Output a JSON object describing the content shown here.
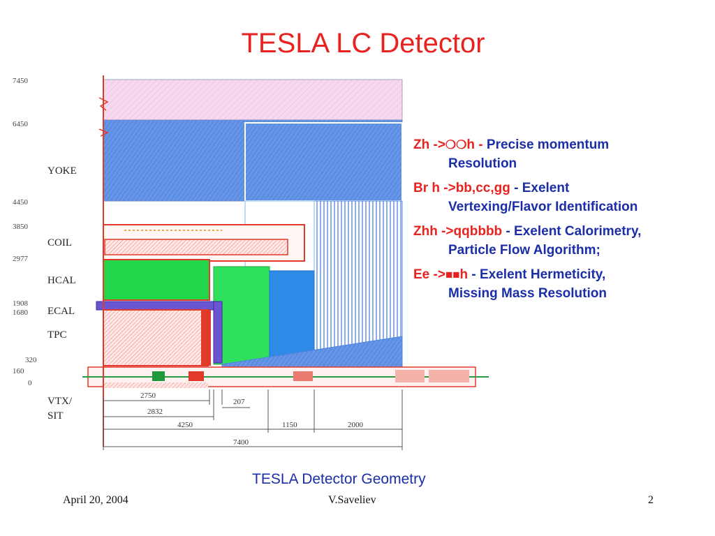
{
  "slide": {
    "title": "TESLA LC Detector",
    "caption": "TESLA Detector Geometry",
    "footer_date": "April 20, 2004",
    "footer_author": "V.Saveliev",
    "footer_page": "2"
  },
  "diagram": {
    "radii_labels": [
      "7450",
      "6450",
      "4450",
      "3850",
      "2977",
      "1908",
      "1680",
      "320",
      "160",
      "0"
    ],
    "subsystem_labels": [
      "YOKE",
      "COIL",
      "HCAL",
      "ECAL",
      "TPC",
      "VTX/",
      "SIT"
    ],
    "dimension_labels": [
      "2750",
      "207",
      "2832",
      "4250",
      "1150",
      "2000",
      "7400"
    ]
  },
  "notes": [
    {
      "reaction_prefix": "Zh ->",
      "symbols": "❍❍",
      "reaction_suffix": "h",
      "sep": " - ",
      "desc_first": "Precise momentum",
      "desc_rest": "Resolution"
    },
    {
      "reaction_prefix": "Br h ->bb,cc,gg",
      "symbols": "",
      "reaction_suffix": "",
      "sep": " - ",
      "desc_first": "Exelent",
      "desc_rest": "Vertexing/Flavor Identification"
    },
    {
      "reaction_prefix": "Zhh ->qqbbbb",
      "symbols": "",
      "reaction_suffix": "",
      "sep": " - ",
      "desc_first": "Exelent Calorimetry,",
      "desc_rest": "Particle Flow Algorithm;"
    },
    {
      "reaction_prefix": "Ee ->",
      "symbols": "■■",
      "reaction_suffix": "h",
      "sep": " - ",
      "desc_first": "Exelent Hermeticity,",
      "desc_rest": "Missing Mass Resolution"
    }
  ],
  "colors": {
    "title_red": "#e8231f",
    "text_blue": "#1b2ea8",
    "yoke_pink": "#f7d9ef",
    "yoke_blue": "#4f84e0",
    "hcal_green": "#22d64a",
    "ecal_purple": "#6b55d0",
    "forward_blue": "#2f8ae8",
    "coil_red": "#e23a2a"
  }
}
